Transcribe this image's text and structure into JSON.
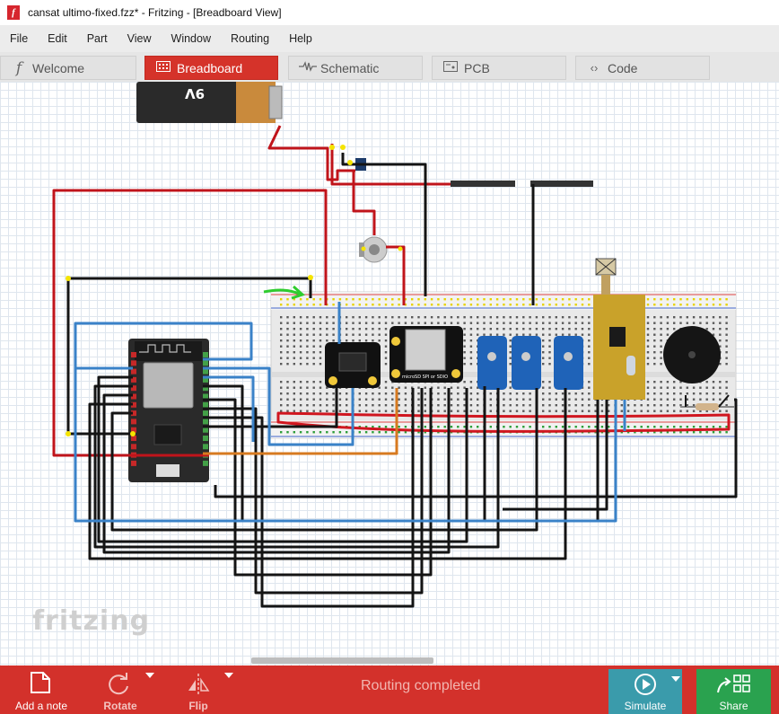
{
  "window": {
    "title": "cansat ultimo-fixed.fzz* - Fritzing - [Breadboard View]"
  },
  "menu": [
    "File",
    "Edit",
    "Part",
    "View",
    "Window",
    "Routing",
    "Help"
  ],
  "tabs": [
    {
      "label": "Welcome",
      "icon": "fritzing-f-icon",
      "active": false
    },
    {
      "label": "Breadboard",
      "icon": "breadboard-icon",
      "active": true
    },
    {
      "label": "Schematic",
      "icon": "schematic-icon",
      "active": false
    },
    {
      "label": "PCB",
      "icon": "pcb-icon",
      "active": false
    },
    {
      "label": "Code",
      "icon": "code-icon",
      "active": false
    }
  ],
  "canvas": {
    "watermark": "fritzing",
    "battery_label": "9V",
    "module_label": "microSD SPI or SDIO"
  },
  "toolbar": {
    "add_note": "Add a note",
    "rotate": "Rotate",
    "flip": "Flip",
    "status": "Routing completed",
    "simulate": "Simulate",
    "share": "Share"
  },
  "colors": {
    "accent_red": "#d3312b",
    "simulate_teal": "#3a9bab",
    "share_green": "#2aa24f",
    "wire_red": "#c0141b",
    "wire_blue": "#3a82c8",
    "wire_black": "#141414",
    "wire_orange": "#d77a20"
  }
}
